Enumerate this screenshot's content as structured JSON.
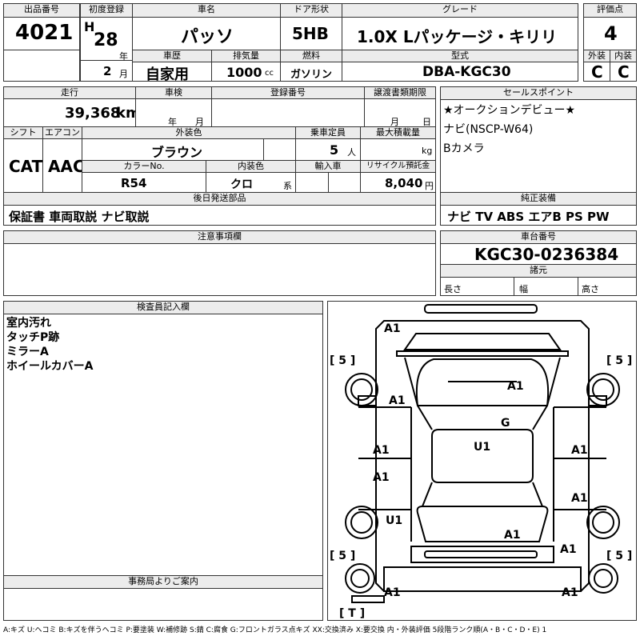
{
  "header": {
    "lot_number_label": "出品番号",
    "lot_number": "4021",
    "first_reg_label": "初度登録",
    "era": "H",
    "reg_year": "28",
    "year_unit": "年",
    "reg_month": "2",
    "month_unit": "月",
    "car_name_label": "車名",
    "car_name": "パッソ",
    "door_label": "ドア形状",
    "door": "5HB",
    "grade_label": "グレード",
    "grade": "1.0X Lパッケージ・キリリ",
    "score_label": "評価点",
    "score": "4",
    "history_label": "車歴",
    "history": "自家用",
    "displacement_label": "排気量",
    "displacement": "1000",
    "displacement_unit": "cc",
    "fuel_label": "燃料",
    "fuel": "ガソリン",
    "model_label": "型式",
    "model": "DBA-KGC30",
    "exterior_label": "外装",
    "exterior_grade": "C",
    "interior_label": "内装",
    "interior_grade": "C"
  },
  "details": {
    "mileage_label": "走行",
    "mileage": "39,368",
    "mileage_unit": "km",
    "inspection_label": "車検",
    "year_unit": "年",
    "month_unit": "月",
    "reg_no_label": "登録番号",
    "transfer_label": "譲渡書類期限",
    "day_unit": "日",
    "shift_label": "シフト",
    "shift": "CAT",
    "ac_label": "エアコン",
    "ac": "AAC",
    "color_label": "外装色",
    "color": "ブラウン",
    "capacity_label": "乗車定員",
    "capacity": "5",
    "capacity_unit": "人",
    "max_load_label": "最大積載量",
    "max_load_unit": "kg",
    "color_no_label": "カラーNo.",
    "color_no": "R54",
    "int_color_label": "内装色",
    "int_color": "クロ",
    "int_color_unit": "系",
    "import_label": "輸入車",
    "recycle_label": "リサイクル預託金",
    "recycle": "8,040",
    "recycle_unit": "円"
  },
  "post_parts": {
    "label": "後日発送部品",
    "value": "保証書 車両取説 ナビ取説"
  },
  "sales_point": {
    "label": "セールスポイント",
    "lines": [
      "★オークションデビュー★",
      "ナビ(NSCP-W64)",
      "Bカメラ"
    ]
  },
  "equipment": {
    "label": "純正装備",
    "value": "ナビ TV ABS エアB PS PW"
  },
  "notes": {
    "label": "注意事項欄"
  },
  "chassis": {
    "label": "車台番号",
    "value": "KGC30-0236384",
    "dims_label": "諸元",
    "length_label": "長さ",
    "width_label": "幅",
    "height_label": "高さ"
  },
  "inspector": {
    "label": "検査員記入欄",
    "lines": [
      "室内汚れ",
      "タッチP跡",
      "ミラーA",
      "ホイールカバーA"
    ]
  },
  "office": {
    "label": "事務局よりご案内"
  },
  "diagram": {
    "tire_marks": [
      "[ 5 ]",
      "[ 5 ]",
      "[ 5 ]",
      "[ 5 ]",
      "[ T ]"
    ],
    "damage_marks": [
      "A1",
      "A1",
      "A1",
      "G",
      "U1",
      "A1",
      "A1",
      "A1",
      "A1",
      "U1",
      "A1",
      "A1",
      "A1",
      "A1"
    ]
  },
  "legend": "A:キズ U:ヘコミ B:キズを伴うヘコミ P:要塗装 W:補修跡 S:錆 C:腐食 G:フロントガラス点キズ XX:交換済み X:要交換 内・外装評価 5段階ランク順(A・B・C・D・E) 1"
}
